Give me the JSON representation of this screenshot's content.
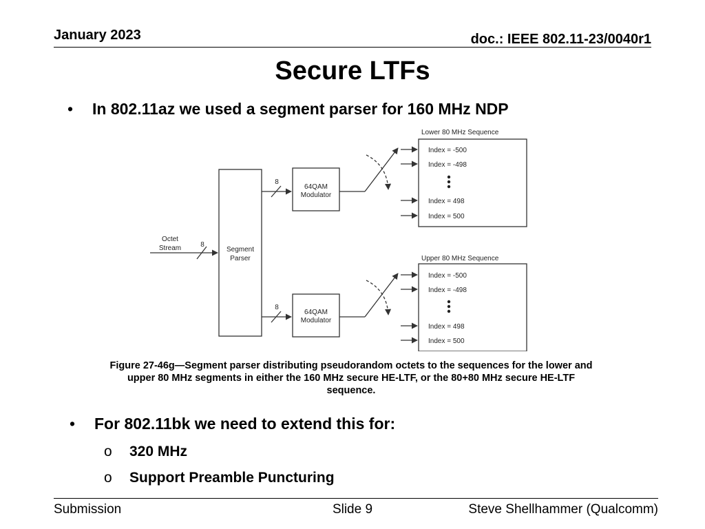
{
  "header": {
    "date": "January 2023",
    "doc": "doc.: IEEE 802.11-23/0040r1"
  },
  "title": "Secure LTFs",
  "bullets": {
    "first": "In 802.11az we used a segment parser for 160 MHz NDP",
    "second": "For 802.11bk we need to extend this for:",
    "sub_items": [
      "320 MHz",
      "Support Preamble Puncturing"
    ]
  },
  "diagram": {
    "input_label_line1": "Octet",
    "input_label_line2": "Stream",
    "bus_width": "8",
    "parser_line1": "Segment",
    "parser_line2": "Parser",
    "modulator_line1": "64QAM",
    "modulator_line2": "Modulator",
    "lower_sequence_title": "Lower 80 MHz Sequence",
    "upper_sequence_title": "Upper 80 MHz Sequence",
    "index_labels": [
      "Index = -500",
      "Index = -498",
      "Index = 498",
      "Index = 500"
    ],
    "caption": "Figure 27-46g—Segment parser distributing pseudorandom octets to the sequences for the lower and upper 80 MHz segments in either the 160 MHz secure HE-LTF, or the 80+80 MHz secure HE-LTF sequence."
  },
  "footer": {
    "left": "Submission",
    "center": "Slide 9",
    "right": "Steve Shellhammer (Qualcomm)"
  },
  "colors": {
    "line": "#333333",
    "text": "#000000"
  }
}
